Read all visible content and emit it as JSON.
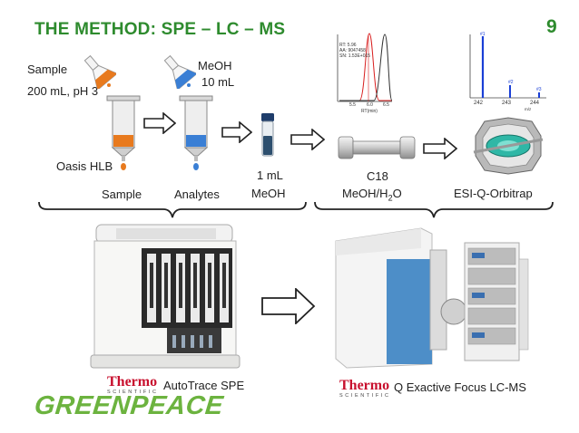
{
  "slide": {
    "title": "THE METHOD: SPE – LC – MS",
    "page_number": "9"
  },
  "spe_labels": {
    "sample_intro_line1": "Sample",
    "sample_intro_line2": "200 mL, pH 3",
    "meoh_line1": "MeOH",
    "meoh_line2": "10 mL",
    "cartridge": "Oasis HLB",
    "sample_out": "Sample",
    "analytes_out": "Analytes",
    "vial_line1": "1 mL",
    "vial_line2": "MeOH"
  },
  "lc_labels": {
    "column_line1": "C18",
    "column_line2_pre": "MeOH/H",
    "column_line2_sub": "2",
    "column_line2_post": "O",
    "ms": "ESI-Q-Orbitrap"
  },
  "chromatogram": {
    "info_line1": "RT: 5.96",
    "info_line2": "AA: 9047458",
    "info_line3": "SN: 1.53E+015",
    "ticks": [
      "5.5",
      "6.0",
      "6.5"
    ],
    "xlabel": "RT(min)"
  },
  "spectrum": {
    "peak_labels": [
      "#1",
      "#2",
      "#3"
    ],
    "ticks": [
      "242",
      "243",
      "244"
    ],
    "xlabel": "m/z"
  },
  "instruments": {
    "brand": "Thermo",
    "brand_sub": "SCIENTIFIC",
    "left_name": "AutoTrace SPE",
    "right_name": "Q Exactive Focus LC-MS"
  },
  "footer": {
    "logo": "GREENPEACE"
  },
  "colors": {
    "title_green": "#2e8b2e",
    "greenpeace_green": "#6cb33f",
    "thermo_red": "#c8102e",
    "sample_orange": "#e87a1e",
    "meoh_blue": "#3a7fd5"
  }
}
